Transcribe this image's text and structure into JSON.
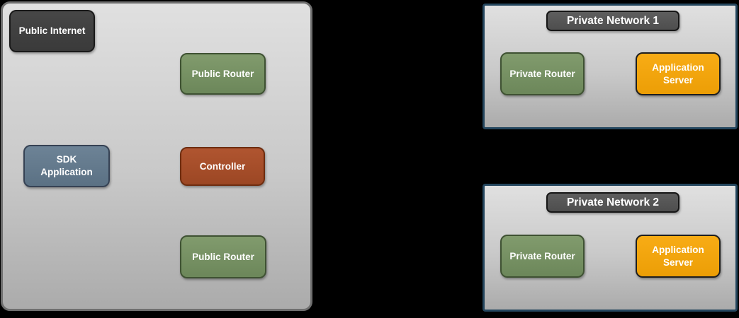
{
  "diagram": {
    "public_zone": {
      "public_internet": "Public Internet",
      "public_router_top": "Public Router",
      "sdk_application": "SDK Application",
      "controller": "Controller",
      "public_router_bottom": "Public Router"
    },
    "private_network_1": {
      "title": "Private Network 1",
      "private_router": "Private Router",
      "application_server": "Application Server"
    },
    "private_network_2": {
      "title": "Private Network 2",
      "private_router": "Private Router",
      "application_server": "Application Server"
    }
  },
  "colors": {
    "page_background": "#000000",
    "zone_fill_top": "#e0e0e0",
    "zone_fill_bottom": "#ababab",
    "public_zone_border": "#6f6f6f",
    "private_zone_border": "#24465e",
    "dark_node_fill": "#3f3f3f",
    "green_node_fill": "#75905f",
    "green_node_border": "#3f5233",
    "slate_node_fill": "#647a8d",
    "slate_node_border": "#364254",
    "rust_node_fill": "#a64e2a",
    "rust_node_border": "#6e2d10",
    "orange_node_fill": "#f2a30f",
    "badge_fill": "#575757",
    "label_text": "#ffffff"
  }
}
